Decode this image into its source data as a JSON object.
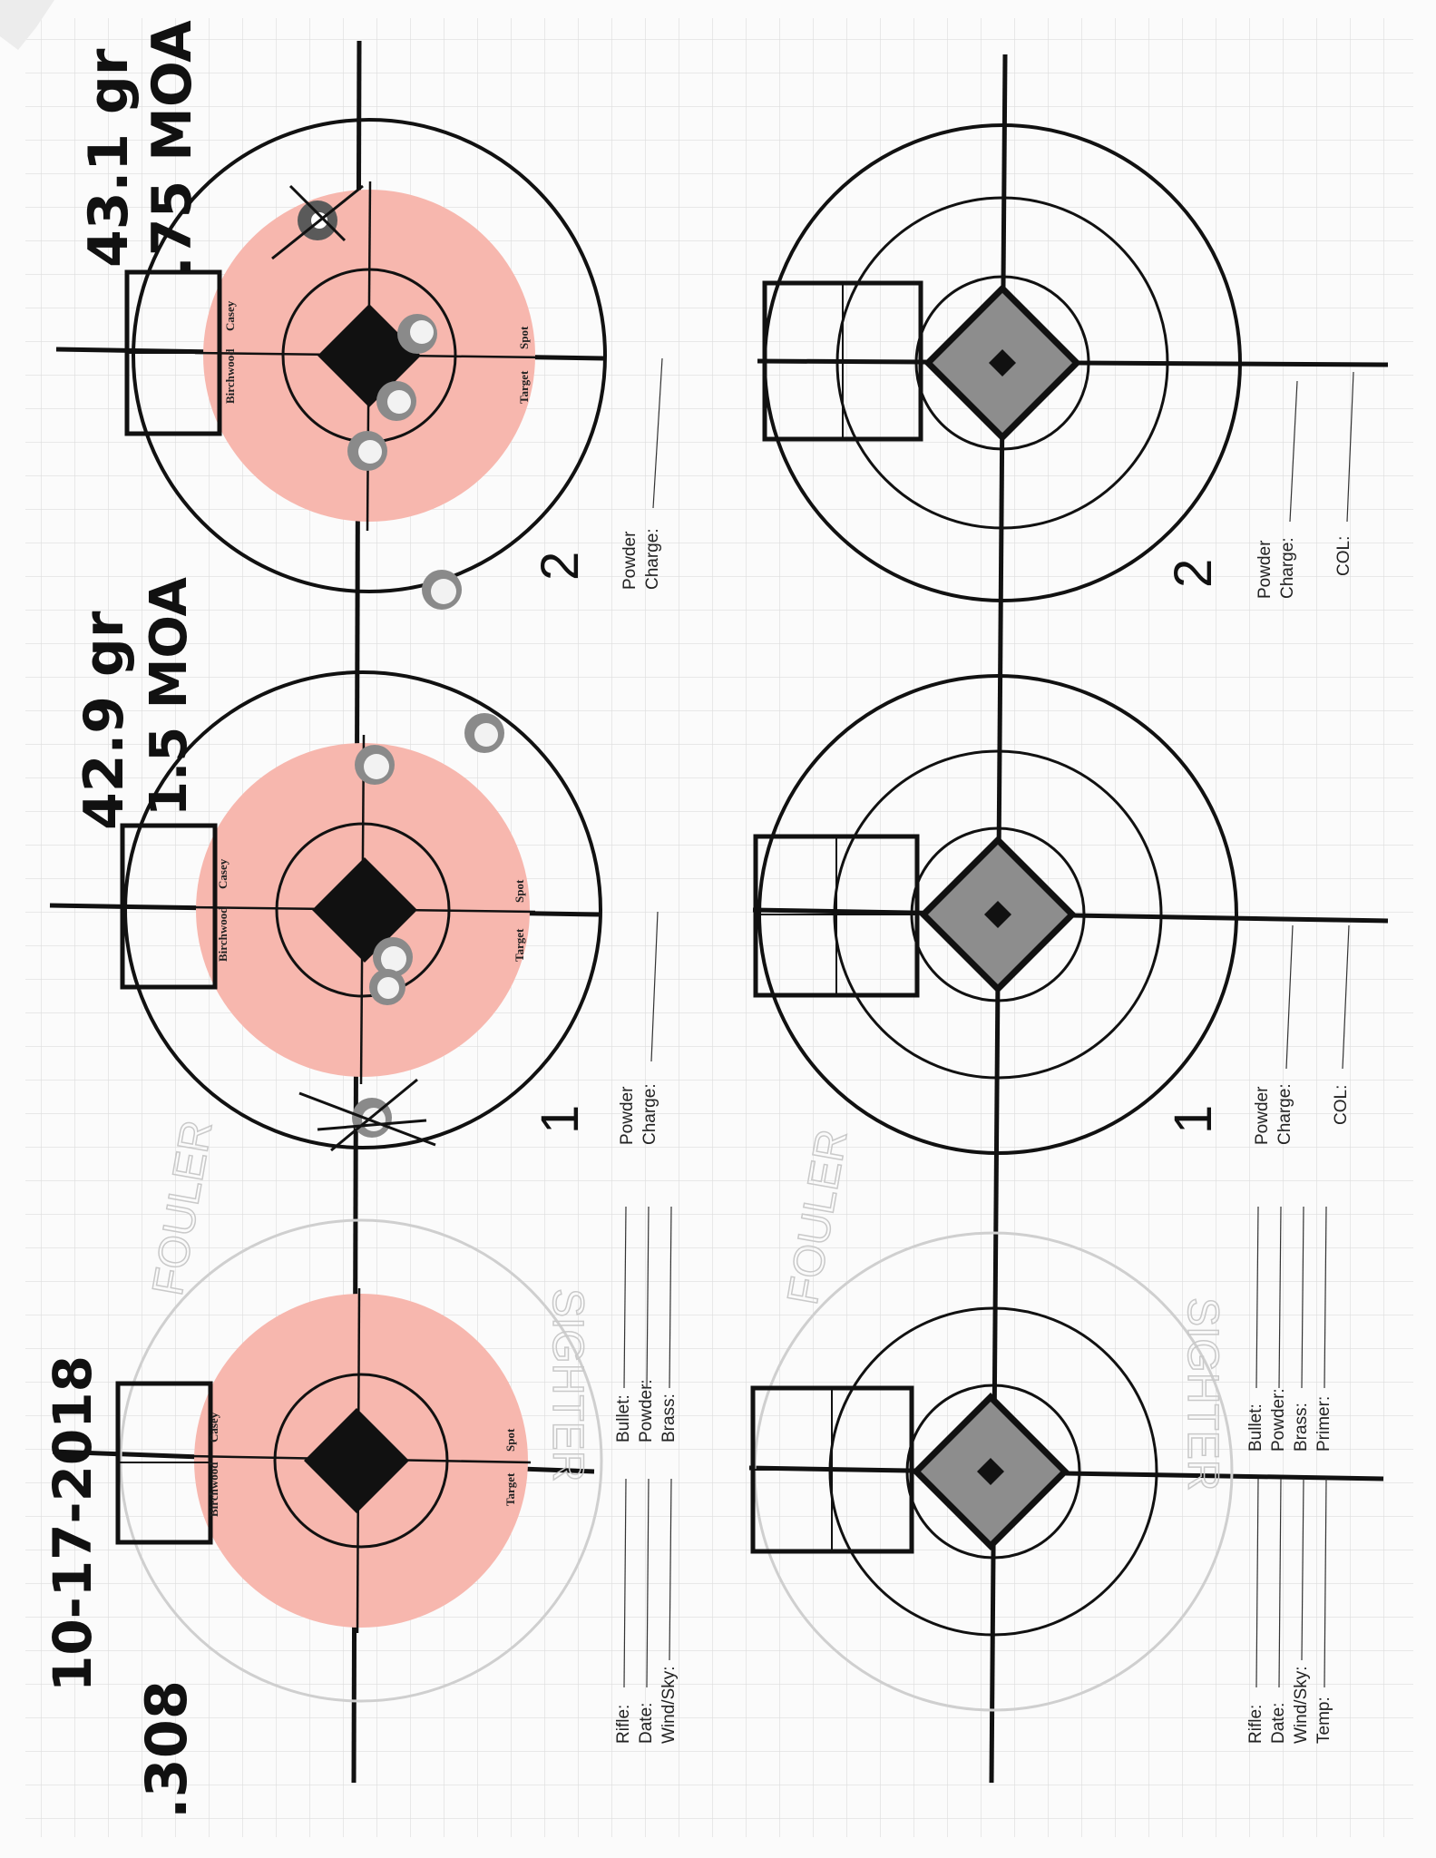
{
  "handwritten": {
    "caliber": ".308",
    "date": "10-17-2018",
    "load_2_charge": "43.1 gr",
    "load_2_group": ".75 MOA",
    "load_1_charge": "42.9 gr",
    "load_1_group": "1.5 MOA"
  },
  "printed": {
    "logo_left": "Birchwood",
    "logo_right": "Casey",
    "target_word": "Target",
    "spot_word": "Spot",
    "sighter_word": "SIGHTER",
    "fouler_word": "FOULER",
    "number_1": "1",
    "number_2": "2",
    "powder_label": "Powder",
    "charge_label": "Charge:",
    "col_label": "COL:",
    "top_left_fields": [
      "Rifle:",
      "Date:",
      "Wind/Sky:"
    ],
    "top_right_fields": [
      "Bullet:",
      "Powder:",
      "Brass:"
    ],
    "bottom_left_fields": [
      "Rifle:",
      "Date:",
      "Wind/Sky:",
      "Temp:"
    ],
    "bottom_right_fields": [
      "Bullet:",
      "Powder:",
      "Brass:",
      "Primer:"
    ]
  },
  "colors": {
    "paper": "#fbfbfb",
    "grid": "#dcdcdc",
    "ink": "#111111",
    "bullseye_pink": "#f7b7ae",
    "diamond_gray": "#8d8d8d",
    "faded_text": "#c9c9c9"
  }
}
